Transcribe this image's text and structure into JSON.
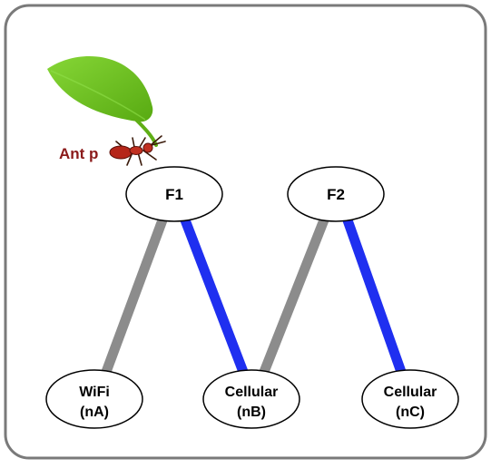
{
  "ant_label": "Ant p",
  "nodes": {
    "f1": {
      "label": "F1"
    },
    "f2": {
      "label": "F2"
    },
    "na": {
      "line1": "WiFi",
      "line2": "(nA)"
    },
    "nb": {
      "line1": "Cellular",
      "line2": "(nB)"
    },
    "nc": {
      "line1": "Cellular",
      "line2": "(nC)"
    }
  },
  "colors": {
    "frame_border": "#7a7a7a",
    "node_fill": "#ffffff",
    "node_stroke": "#000000",
    "link_gray": "#8c8c8c",
    "link_blue": "#1f2ff0",
    "ant_label": "#8b1a1a",
    "leaf": "#6cc01c"
  },
  "links": [
    {
      "from": "F1",
      "to": "WiFi (nA)",
      "color": "gray"
    },
    {
      "from": "F1",
      "to": "Cellular (nB)",
      "color": "blue"
    },
    {
      "from": "F2",
      "to": "Cellular (nB)",
      "color": "gray"
    },
    {
      "from": "F2",
      "to": "Cellular (nC)",
      "color": "blue"
    }
  ]
}
